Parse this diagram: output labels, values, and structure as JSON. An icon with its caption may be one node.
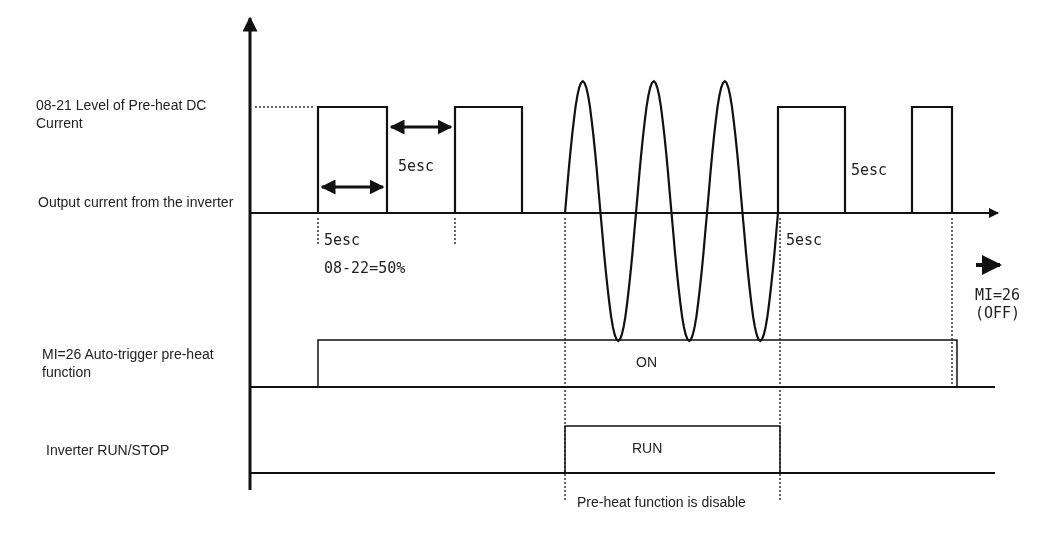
{
  "diagram": {
    "labels": [
      "08-21 Level of Pre-heat DC Current",
      "5esc",
      "5esc",
      "Output current from the inverter",
      "5esc",
      "5esc",
      "08-22=50%",
      "MI=26 (OFF)",
      "MI=26 Auto-trigger pre-heat function",
      "ON",
      "Inverter RUN/STOP",
      "RUN",
      "Pre-heat function is disable"
    ]
  }
}
